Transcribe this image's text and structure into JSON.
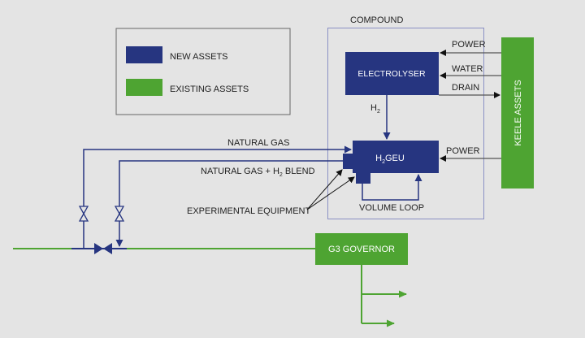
{
  "colors": {
    "new_asset": "#263580",
    "existing_asset": "#4ea432",
    "background": "#e4e4e4",
    "connector": "#555555",
    "compound_border": "#8a90c4",
    "legend_border": "#666666",
    "text": "#222222",
    "box_text": "#ffffff"
  },
  "legend": {
    "items": [
      {
        "label": "NEW ASSETS",
        "type": "new_asset"
      },
      {
        "label": "EXISTING ASSETS",
        "type": "existing_asset"
      }
    ]
  },
  "compound": {
    "label": "COMPOUND"
  },
  "nodes": {
    "electrolyser": {
      "label": "ELECTROLYSER"
    },
    "h2geu": {
      "label_prefix": "H",
      "label_sub": "2",
      "label_suffix": "GEU"
    },
    "keele_assets": {
      "label": "KEELE ASSETS"
    },
    "g3_governor": {
      "label": "G3 GOVERNOR"
    }
  },
  "flows": {
    "power_electrolyser": "POWER",
    "water": "WATER",
    "drain": "DRAIN",
    "h2": {
      "main": "H",
      "sub": "2"
    },
    "power_h2geu": "POWER",
    "natural_gas": "NATURAL GAS",
    "blend": {
      "prefix": "NATURAL GAS + H",
      "sub": "2",
      "suffix": " BLEND"
    },
    "experimental_equipment": "EXPERIMENTAL EQUIPMENT",
    "volume_loop": "VOLUME LOOP"
  }
}
